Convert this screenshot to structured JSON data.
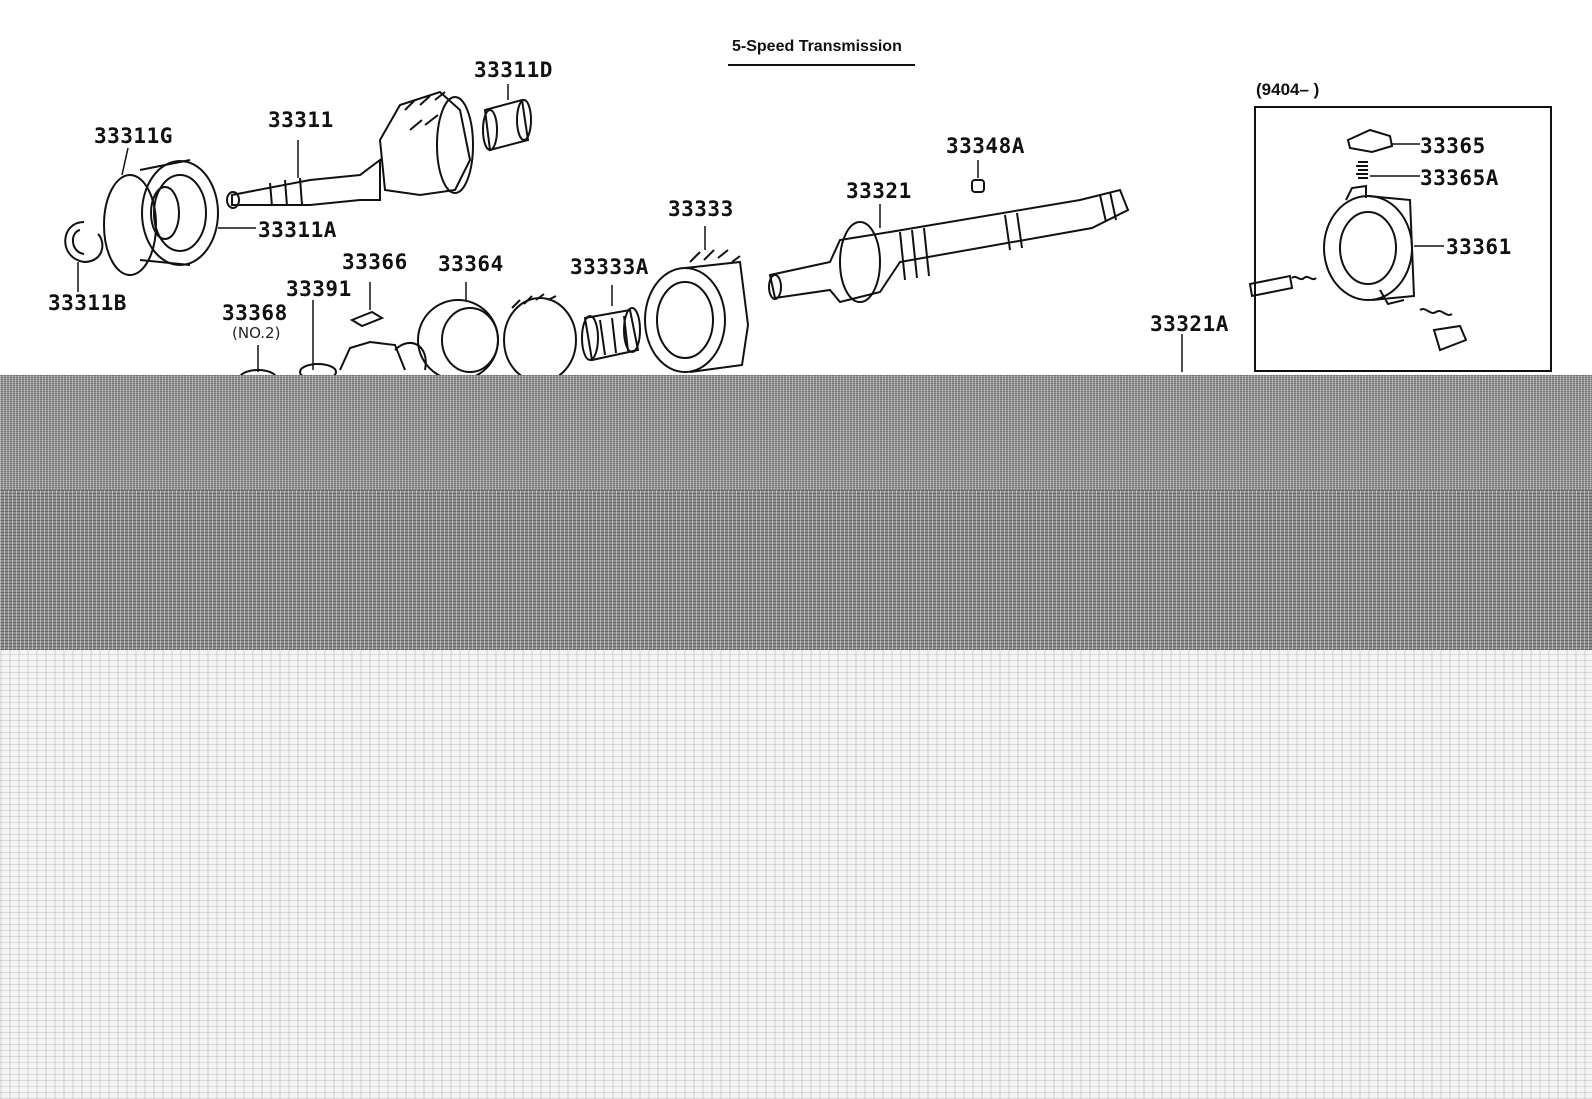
{
  "title": "5-Speed Transmission",
  "inset": {
    "range": "(9404–          )"
  },
  "parts": {
    "p33311D": "33311D",
    "p33311": "33311",
    "p33311G": "33311G",
    "p33311A": "33311A",
    "p33311B": "33311B",
    "p33348A": "33348A",
    "p33321": "33321",
    "p33333": "33333",
    "p33366": "33366",
    "p33364": "33364",
    "p33333A": "33333A",
    "p33368": "33368",
    "p33368_note": "(NO.2)",
    "p33391": "33391",
    "p33321A": "33321A",
    "p33365": "33365",
    "p33365A": "33365A",
    "p33361": "33361"
  }
}
